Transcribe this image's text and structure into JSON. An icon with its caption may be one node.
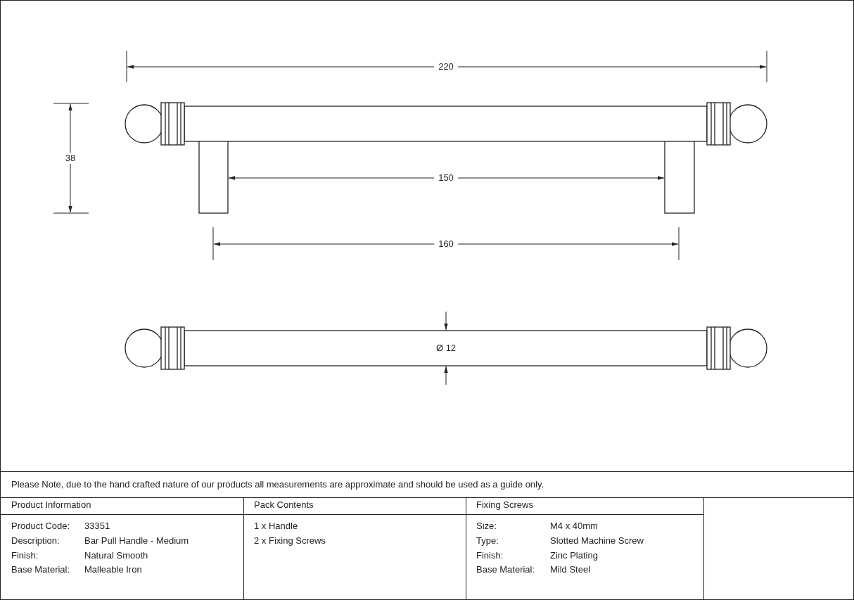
{
  "diagram": {
    "labels": [
      "220",
      "38",
      "150",
      "160",
      "Ø 12",
      "Please Note, due to the hand crafted nature of our products all measurements are approximate and should be used as a guide only.",
      "Product Information",
      "Pack Contents",
      "Fixing Screws",
      "Product Code:",
      "33351",
      "1 x Handle",
      "Size:",
      "M4 x 40mm",
      "Description:",
      "Bar Pull Handle - Medium",
      "2 x Fixing Screws",
      "Type:",
      "Slotted Machine Screw",
      "Finish:",
      "Natural Smooth",
      "Finish:",
      "Zinc Plating",
      "Base Material:",
      "Malleable Iron",
      "Base Material:",
      "Mild Steel"
    ]
  }
}
